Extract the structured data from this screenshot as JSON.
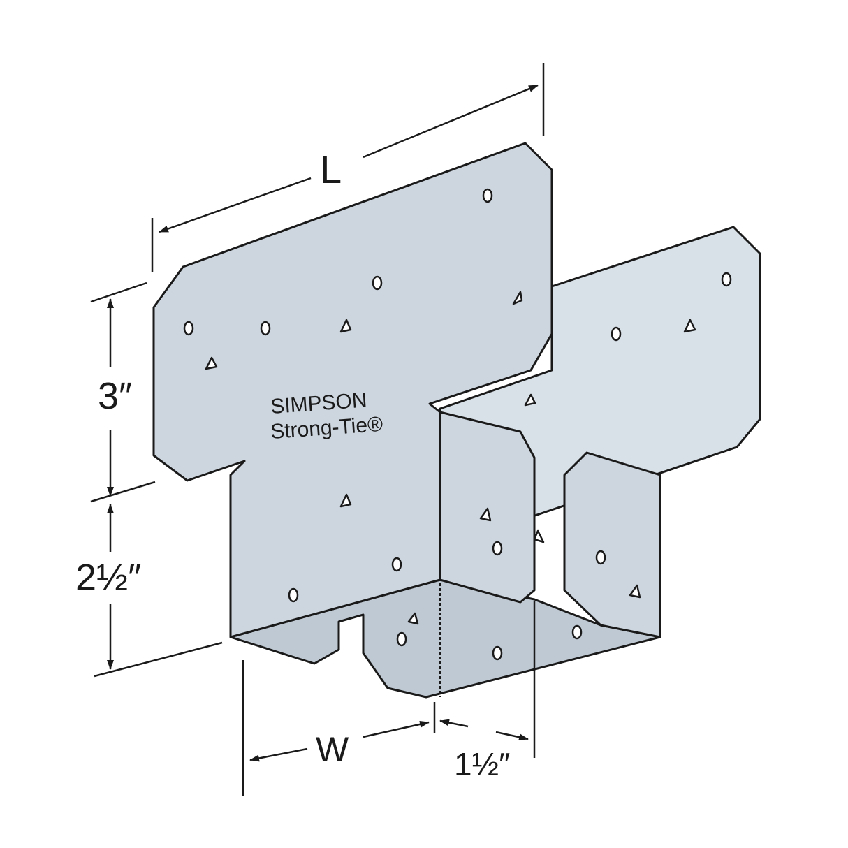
{
  "diagram": {
    "dimensions": {
      "length": "L",
      "height_upper": "3″",
      "height_lower": "2½″",
      "width": "W",
      "flange": "1½″"
    },
    "logo": {
      "line1": "SIMPSON",
      "line2": "Strong-Tie®"
    },
    "colors": {
      "metal": "#cdd6df",
      "outline": "#1a1a1a",
      "background": "#ffffff"
    }
  }
}
